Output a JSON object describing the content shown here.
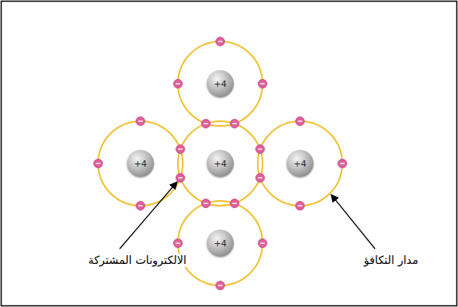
{
  "diagram": {
    "nodes": [
      {
        "text": [
          "+4"
        ]
      },
      {
        "text": [
          "+4"
        ]
      },
      {
        "text": [
          "+4"
        ]
      },
      {
        "text": [
          "+4"
        ]
      },
      {
        "text": [
          "+4"
        ]
      }
    ],
    "labels": [
      "الالكترونات المشتركة",
      "مدار التكافؤ"
    ]
  }
}
